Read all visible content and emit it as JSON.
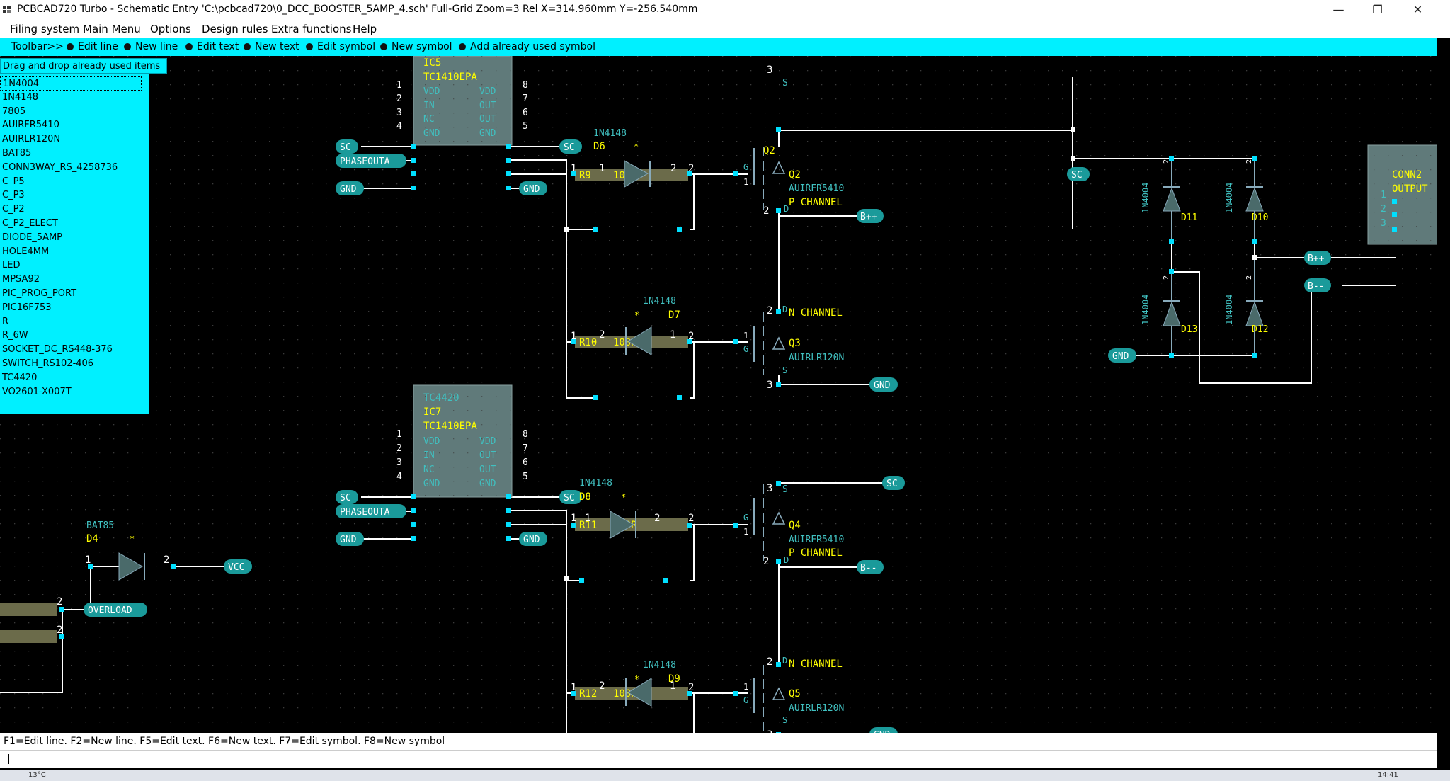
{
  "window": {
    "title": "PCBCAD720 Turbo - Schematic Entry 'C:\\pcbcad720\\0_DCC_BOOSTER_5AMP_4.sch' Full-Grid Zoom=3 Rel X=314.960mm Y=-256.540mm",
    "minimize": "—",
    "maximize": "❐",
    "close": "✕"
  },
  "menu": {
    "items": [
      "Filing system",
      "Main Menu",
      "Options",
      "Design rules",
      "Extra functions",
      "Help"
    ]
  },
  "toolbar": {
    "label": "Toolbar>>",
    "items": [
      "Edit line",
      "New line",
      "Edit text",
      "New text",
      "Edit symbol",
      "New symbol",
      "Add already used symbol"
    ]
  },
  "panel": {
    "header": "Drag and drop already used items",
    "items": [
      "1N4004",
      "1N4148",
      "7805",
      "AUIRFR5410",
      "AUIRLR120N",
      "BAT85",
      "CONN3WAY_RS_4258736",
      "C_P5",
      "C_P3",
      "C_P2",
      "C_P2_ELECT",
      "DIODE_5AMP",
      "HOLE4MM",
      "LED",
      "MPSA92",
      "PIC_PROG_PORT",
      "PIC16F753",
      "R",
      "R_6W",
      "SOCKET_DC_RS448-376",
      "SWITCH_RS102-406",
      "TC4420",
      "VO2601-X007T"
    ]
  },
  "status": {
    "hint": "F1=Edit line. F2=New line. F5=Edit text. F6=New text. F7=Edit symbol. F8=New symbol"
  },
  "taskbar": {
    "weather": "13°C",
    "clock": "14:41"
  },
  "schematic": {
    "ic_top": {
      "name": "IC5",
      "part": "TC1410EPA",
      "pins_left": [
        "VDD",
        "IN",
        "NC",
        "GND"
      ],
      "pins_right": [
        "VDD",
        "OUT",
        "OUT",
        "GND"
      ],
      "pin_numbers_left": [
        "1",
        "2",
        "3",
        "4"
      ],
      "pin_numbers_right": [
        "8",
        "7",
        "6",
        "5"
      ]
    },
    "ic_bottom": {
      "name": "IC7",
      "part": "TC1410EPA",
      "alt": "TC4420",
      "pins_left": [
        "VDD",
        "IN",
        "NC",
        "GND"
      ],
      "pins_right": [
        "VDD",
        "OUT",
        "OUT",
        "GND"
      ],
      "pin_numbers_left": [
        "1",
        "2",
        "3",
        "4"
      ],
      "pin_numbers_right": [
        "8",
        "7",
        "6",
        "5"
      ]
    },
    "ports": {
      "sc": "SC",
      "phase": "PHASEOUTA",
      "gnd": "GND",
      "bpp": "B++",
      "bmm": "B--",
      "vcc": "VCC",
      "overload": "OVERLOAD"
    },
    "resistors": {
      "r9": "R9",
      "r10": "R10",
      "r11": "R11",
      "r12": "R12",
      "value": "100R"
    },
    "diodes": {
      "d6": "D6",
      "d7": "D7",
      "d8": "D8",
      "d9": "D9",
      "d4": "D4",
      "d10": "D10",
      "d11": "D11",
      "d12": "D12",
      "d13": "D13",
      "type_1n4148": "1N4148",
      "type_1n4004": "1N4004",
      "type_bat85": "BAT85"
    },
    "fets": {
      "q2": "Q2",
      "q3": "Q3",
      "q4": "Q4",
      "q5": "Q5",
      "p_part": "AUIRFR5410",
      "n_part": "AUIRLR120N",
      "p_type": "P CHANNEL",
      "n_type": "N CHANNEL",
      "g": "G",
      "s": "S",
      "d": "D"
    },
    "connector": {
      "name": "CONN2",
      "label": "OUTPUT",
      "pins": [
        "1",
        "2",
        "3"
      ]
    },
    "pin": {
      "one": "1",
      "two": "2",
      "three": "3"
    },
    "star": "*"
  },
  "colors": {
    "wire": "#ffffff",
    "port": "#1aa0a0",
    "text_cyan": "#3ec8c8",
    "text_yellow": "#ffff00",
    "body": "#5a7a7a",
    "toolbar": "#00f0ff"
  }
}
